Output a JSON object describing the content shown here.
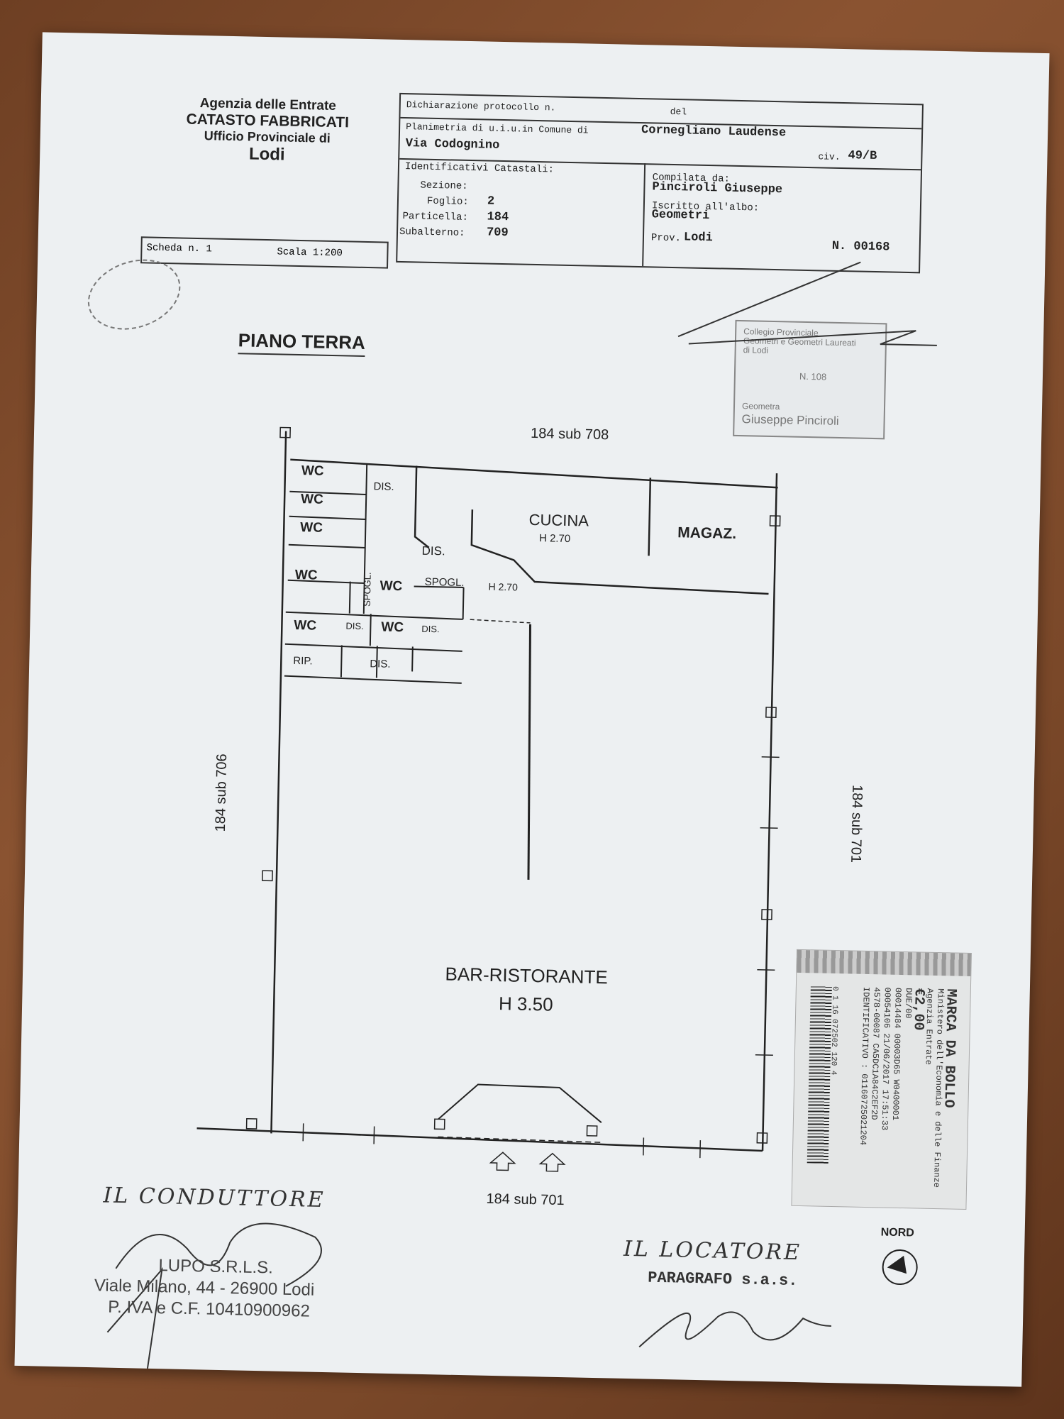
{
  "header": {
    "agency_line1": "Agenzia delle Entrate",
    "agency_line2": "CATASTO FABBRICATI",
    "agency_line3": "Ufficio Provinciale di",
    "agency_line4": "Lodi",
    "protocol_label": "Dichiarazione protocollo n.",
    "protocol_del": "del",
    "planimetria_label": "Planimetria di u.i.u.in Comune di",
    "comune": "Cornegliano Laudense",
    "via": "Via Codognino",
    "civ_label": "civ.",
    "civ": "49/B",
    "ident_label": "Identificativi Catastali:",
    "sezione_label": "Sezione:",
    "foglio_label": "Foglio:",
    "foglio": "2",
    "particella_label": "Particella:",
    "particella": "184",
    "subalterno_label": "Subalterno:",
    "subalterno": "709",
    "compilata_label": "Compilata da:",
    "compilata": "Pinciroli Giuseppe",
    "iscritto_label": "Iscritto all'albo:",
    "iscritto": "Geometri",
    "prov_label": "Prov.",
    "prov": "Lodi",
    "numero": "N. 00168"
  },
  "scheda": {
    "label": "Scheda n. 1",
    "scala": "Scala 1:200"
  },
  "stamp": {
    "line1": "Collegio Provinciale",
    "line2": "Geometri e Geometri Laureati",
    "line3": "di Lodi",
    "number": "N. 108",
    "role": "Geometra",
    "name": "Giuseppe Pinciroli"
  },
  "plan": {
    "title": "PIANO TERRA",
    "north_neighbor": "184 sub 708",
    "west_neighbor": "184 sub 706",
    "east_neighbor": "184 sub 701",
    "south_neighbor": "184 sub 701",
    "rooms": {
      "wc": "WC",
      "dis": "DIS.",
      "spogl": "SPOGL.",
      "rip": "RIP.",
      "cucina": "CUCINA",
      "cucina_h": "H 2.70",
      "magaz": "MAGAZ.",
      "h270": "H 2.70",
      "bar": "BAR-RISTORANTE",
      "bar_h": "H 3.50"
    },
    "north_label": "NORD"
  },
  "marca": {
    "title": "MARCA DA BOLLO",
    "ministry": "Ministero dell'Economia e delle Finanze",
    "agency": "Agenzia Entrate",
    "value": "€2,00",
    "value_words": "DUE/00",
    "code1": "00014484  00003D65  W0400001",
    "code2": "00054106  21/06/2017  17:51:33",
    "code3": "4578-00087  CA5DC1A84C2EF2D",
    "code4": "IDENTIFICATIVO : 01160725021204",
    "barcode_text": "0 1 16 072502 120 4"
  },
  "signatures": {
    "conduttore_label": "IL CONDUTTORE",
    "conduttore_name": "LUPO S.R.L.S.",
    "conduttore_address": "Viale Milano, 44 - 26900 Lodi",
    "conduttore_piva": "P. IVA e C.F. 10410900962",
    "locatore_label": "IL LOCATORE",
    "locatore_name": "PARAGRAFO s.a.s."
  }
}
